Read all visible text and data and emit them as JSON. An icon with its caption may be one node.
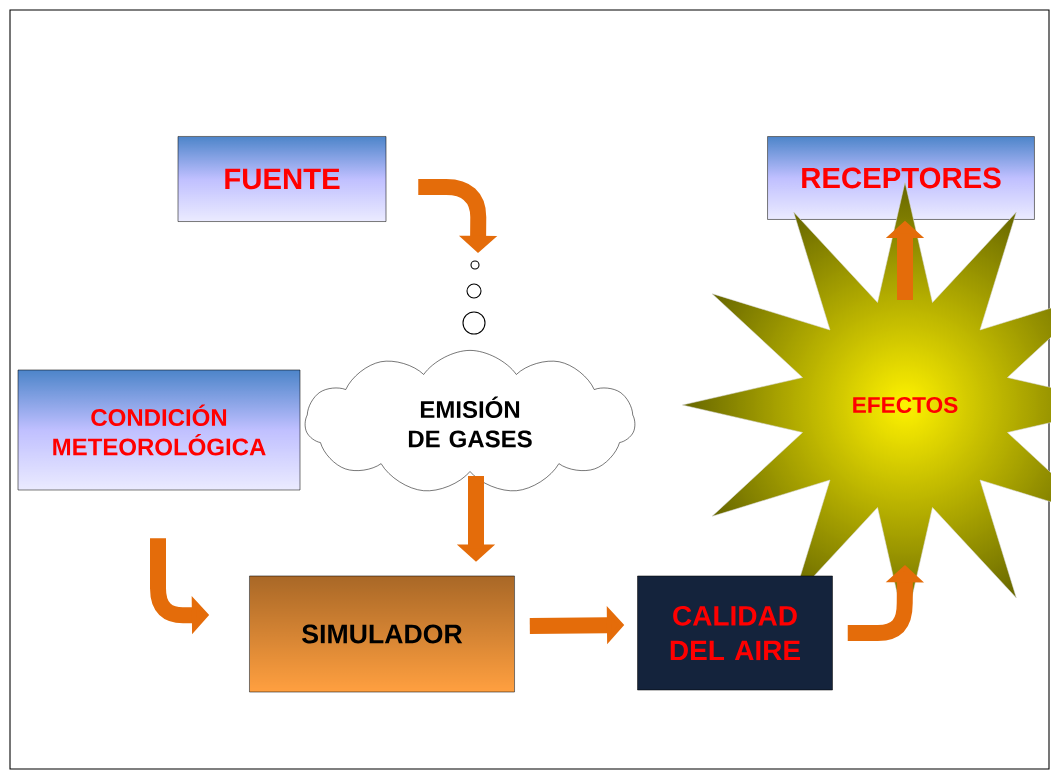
{
  "diagram": {
    "nodes": [
      {
        "text": [
          "FUENTE"
        ]
      },
      {
        "text": [
          "RECEPTORES"
        ]
      },
      {
        "text": [
          "CONDICIÓN METEOROLÓGICA"
        ]
      },
      {
        "text": [
          "EMISIÓN DE GASES"
        ]
      },
      {
        "text": [
          "EFECTOS"
        ]
      },
      {
        "text": [
          "SIMULADOR"
        ]
      },
      {
        "text": [
          "CALIDAD DEL AIRE"
        ]
      }
    ],
    "edges": [
      {
        "from": 0,
        "to": 3,
        "arrow": "to"
      },
      {
        "from": 3,
        "to": 5,
        "arrow": "to"
      },
      {
        "from": 2,
        "to": 5,
        "arrow": "to"
      },
      {
        "from": 5,
        "to": 6,
        "arrow": "to"
      },
      {
        "from": 6,
        "to": 4,
        "arrow": "to"
      },
      {
        "from": 4,
        "to": 1,
        "arrow": "to"
      }
    ]
  }
}
